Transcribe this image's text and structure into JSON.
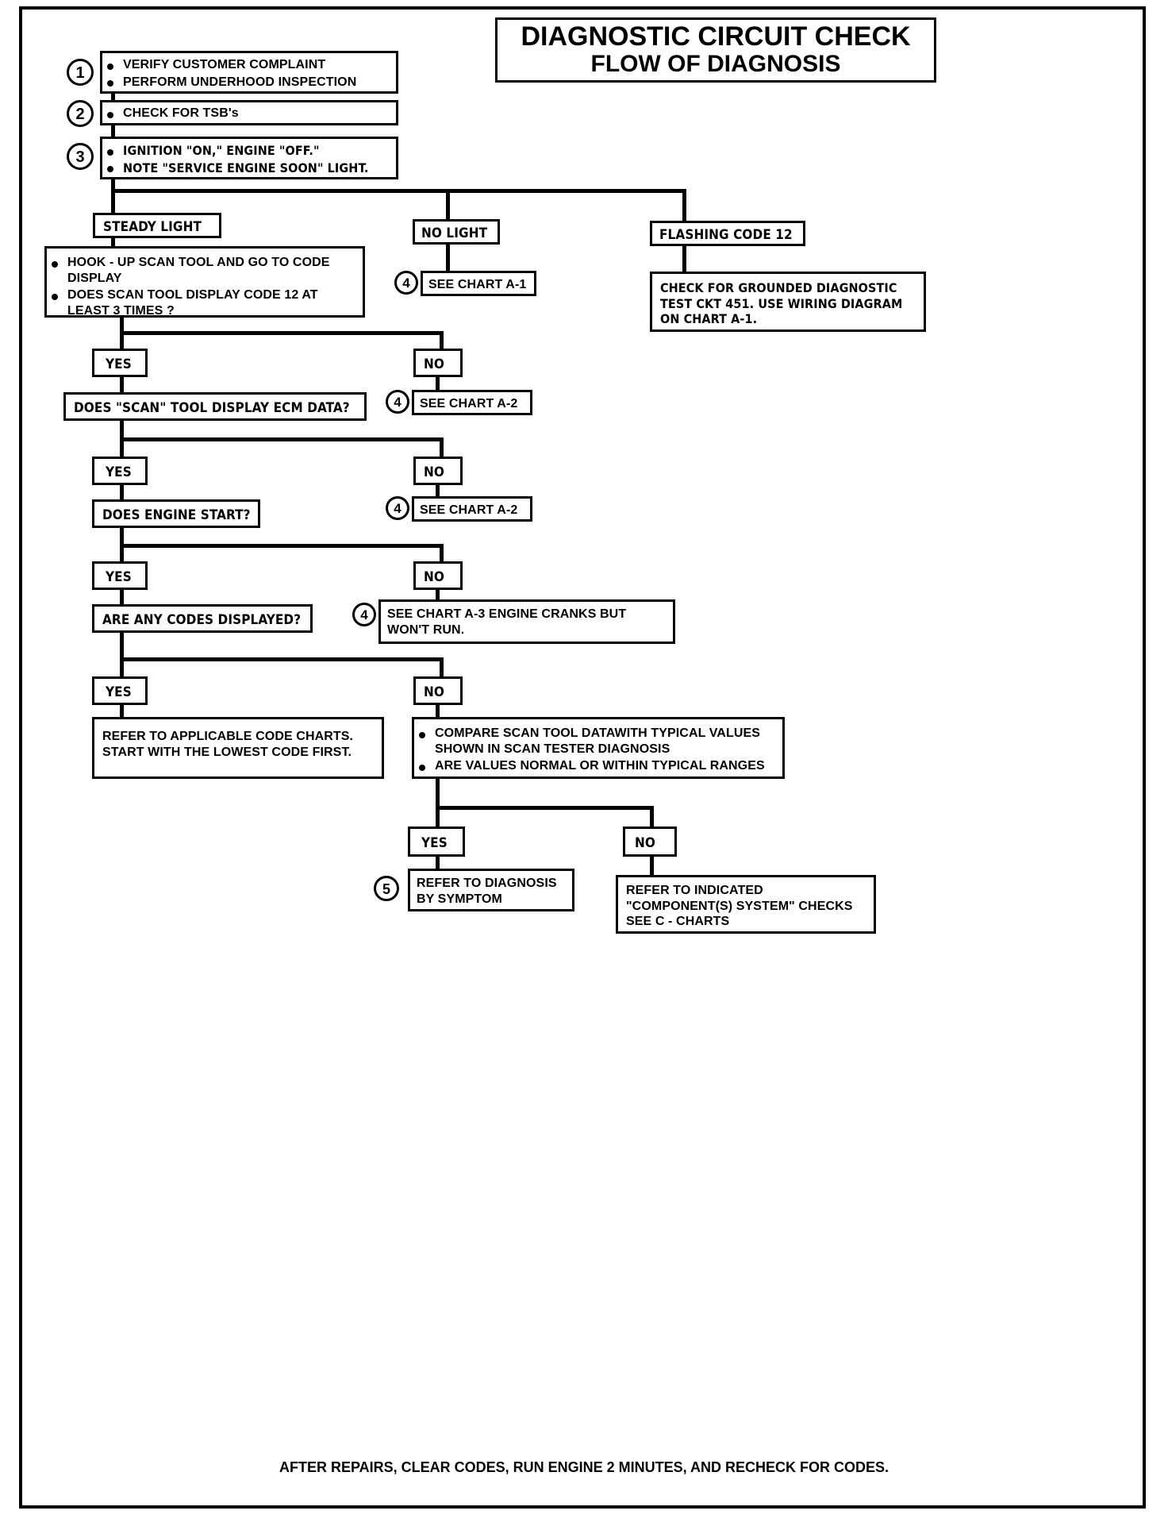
{
  "title": {
    "line1": "DIAGNOSTIC CIRCUIT CHECK",
    "line2": "FLOW OF DIAGNOSIS"
  },
  "steps": {
    "s1": "1",
    "s2": "2",
    "s3": "3",
    "s4a": "4",
    "s4b": "4",
    "s4c": "4",
    "s4d": "4",
    "s5": "5"
  },
  "boxes": {
    "step1_b1": "VERIFY CUSTOMER COMPLAINT",
    "step1_b2": "PERFORM UNDERHOOD INSPECTION",
    "step2_b1": "CHECK FOR TSB's",
    "step3_b1": "IGNITION \"ON,\"  ENGINE  \"OFF.\"",
    "step3_b2": "NOTE \"SERVICE ENGINE SOON\" LIGHT.",
    "steady_light": "STEADY LIGHT",
    "no_light": "NO LIGHT",
    "flashing_code_12": "FLASHING CODE 12",
    "hookup_b1": "HOOK - UP SCAN TOOL AND GO TO CODE DISPLAY",
    "hookup_b2": "DOES SCAN TOOL DISPLAY CODE 12  AT LEAST 3 TIMES ?",
    "see_chart_a1": "SEE CHART A-1",
    "grounded_l1": "CHECK FOR GROUNDED DIAGNOSTIC",
    "grounded_l2": "TEST CKT 451.  USE WIRING DIAGRAM",
    "grounded_l3": "ON CHART A-1.",
    "q_ecm_data": "DOES \"SCAN\" TOOL DISPLAY ECM DATA?",
    "see_chart_a2_1": "SEE CHART A-2",
    "q_engine_start": "DOES ENGINE START?",
    "see_chart_a2_2": "SEE CHART A-2",
    "q_codes_displayed": "ARE ANY CODES DISPLAYED?",
    "see_chart_a3_l1": "SEE CHART A-3 ENGINE CRANKS BUT",
    "see_chart_a3_l2": "WON'T RUN.",
    "refer_code_charts_l1": "REFER TO APPLICABLE CODE CHARTS.",
    "refer_code_charts_l2": "START WITH THE LOWEST CODE FIRST.",
    "compare_b1_l1": "COMPARE SCAN TOOL DATAWITH TYPICAL VALUES",
    "compare_b1_l2": "SHOWN IN SCAN TESTER DIAGNOSIS",
    "compare_b2": "ARE VALUES NORMAL OR WITHIN TYPICAL RANGES",
    "refer_symptom_l1": "REFER TO DIAGNOSIS",
    "refer_symptom_l2": "BY SYMPTOM",
    "refer_indicated_l1": "REFER TO INDICATED",
    "refer_indicated_l2": "\"COMPONENT(S) SYSTEM\" CHECKS",
    "refer_indicated_l3": "SEE  C - CHARTS"
  },
  "decisions": {
    "yes1": "YES",
    "no1": "NO",
    "yes2": "YES",
    "no2": "NO",
    "yes3": "YES",
    "no3": "NO",
    "yes4": "YES",
    "no4": "NO",
    "yes5": "YES",
    "no5": "NO"
  },
  "footer": "AFTER REPAIRS, CLEAR CODES, RUN ENGINE 2 MINUTES, AND RECHECK FOR CODES.",
  "colors": {
    "ink": "#000000",
    "paper": "#ffffff"
  }
}
